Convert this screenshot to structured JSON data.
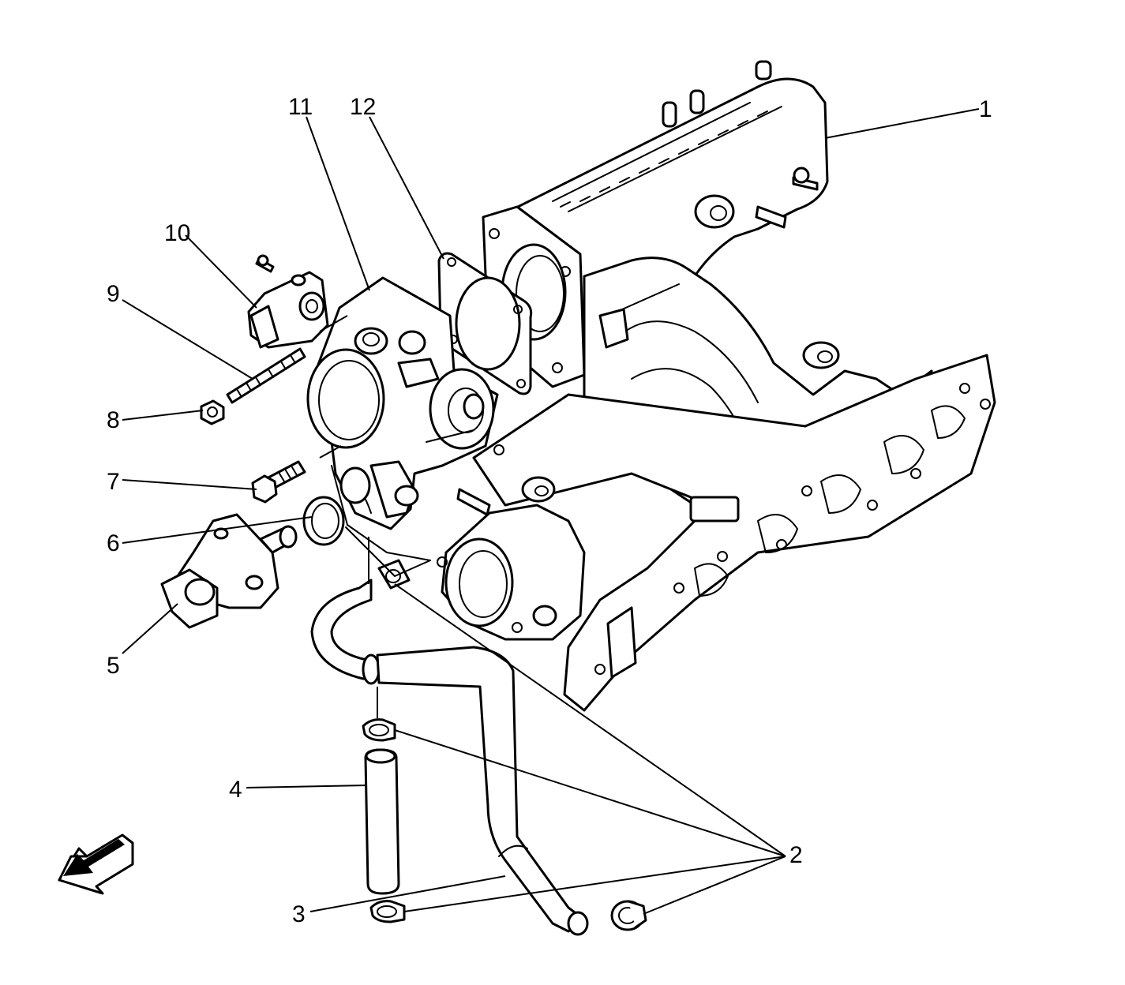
{
  "callouts": [
    {
      "id": "c1",
      "label": "1"
    },
    {
      "id": "c2",
      "label": "2"
    },
    {
      "id": "c3",
      "label": "3"
    },
    {
      "id": "c4",
      "label": "4"
    },
    {
      "id": "c5",
      "label": "5"
    },
    {
      "id": "c6",
      "label": "6"
    },
    {
      "id": "c7",
      "label": "7"
    },
    {
      "id": "c8",
      "label": "8"
    },
    {
      "id": "c9",
      "label": "9"
    },
    {
      "id": "c10",
      "label": "10"
    },
    {
      "id": "c11",
      "label": "11"
    },
    {
      "id": "c12",
      "label": "12"
    }
  ],
  "icons": {
    "front_arrow": "front-direction-arrow-icon"
  },
  "colors": {
    "line": "#000000",
    "background": "#ffffff"
  }
}
